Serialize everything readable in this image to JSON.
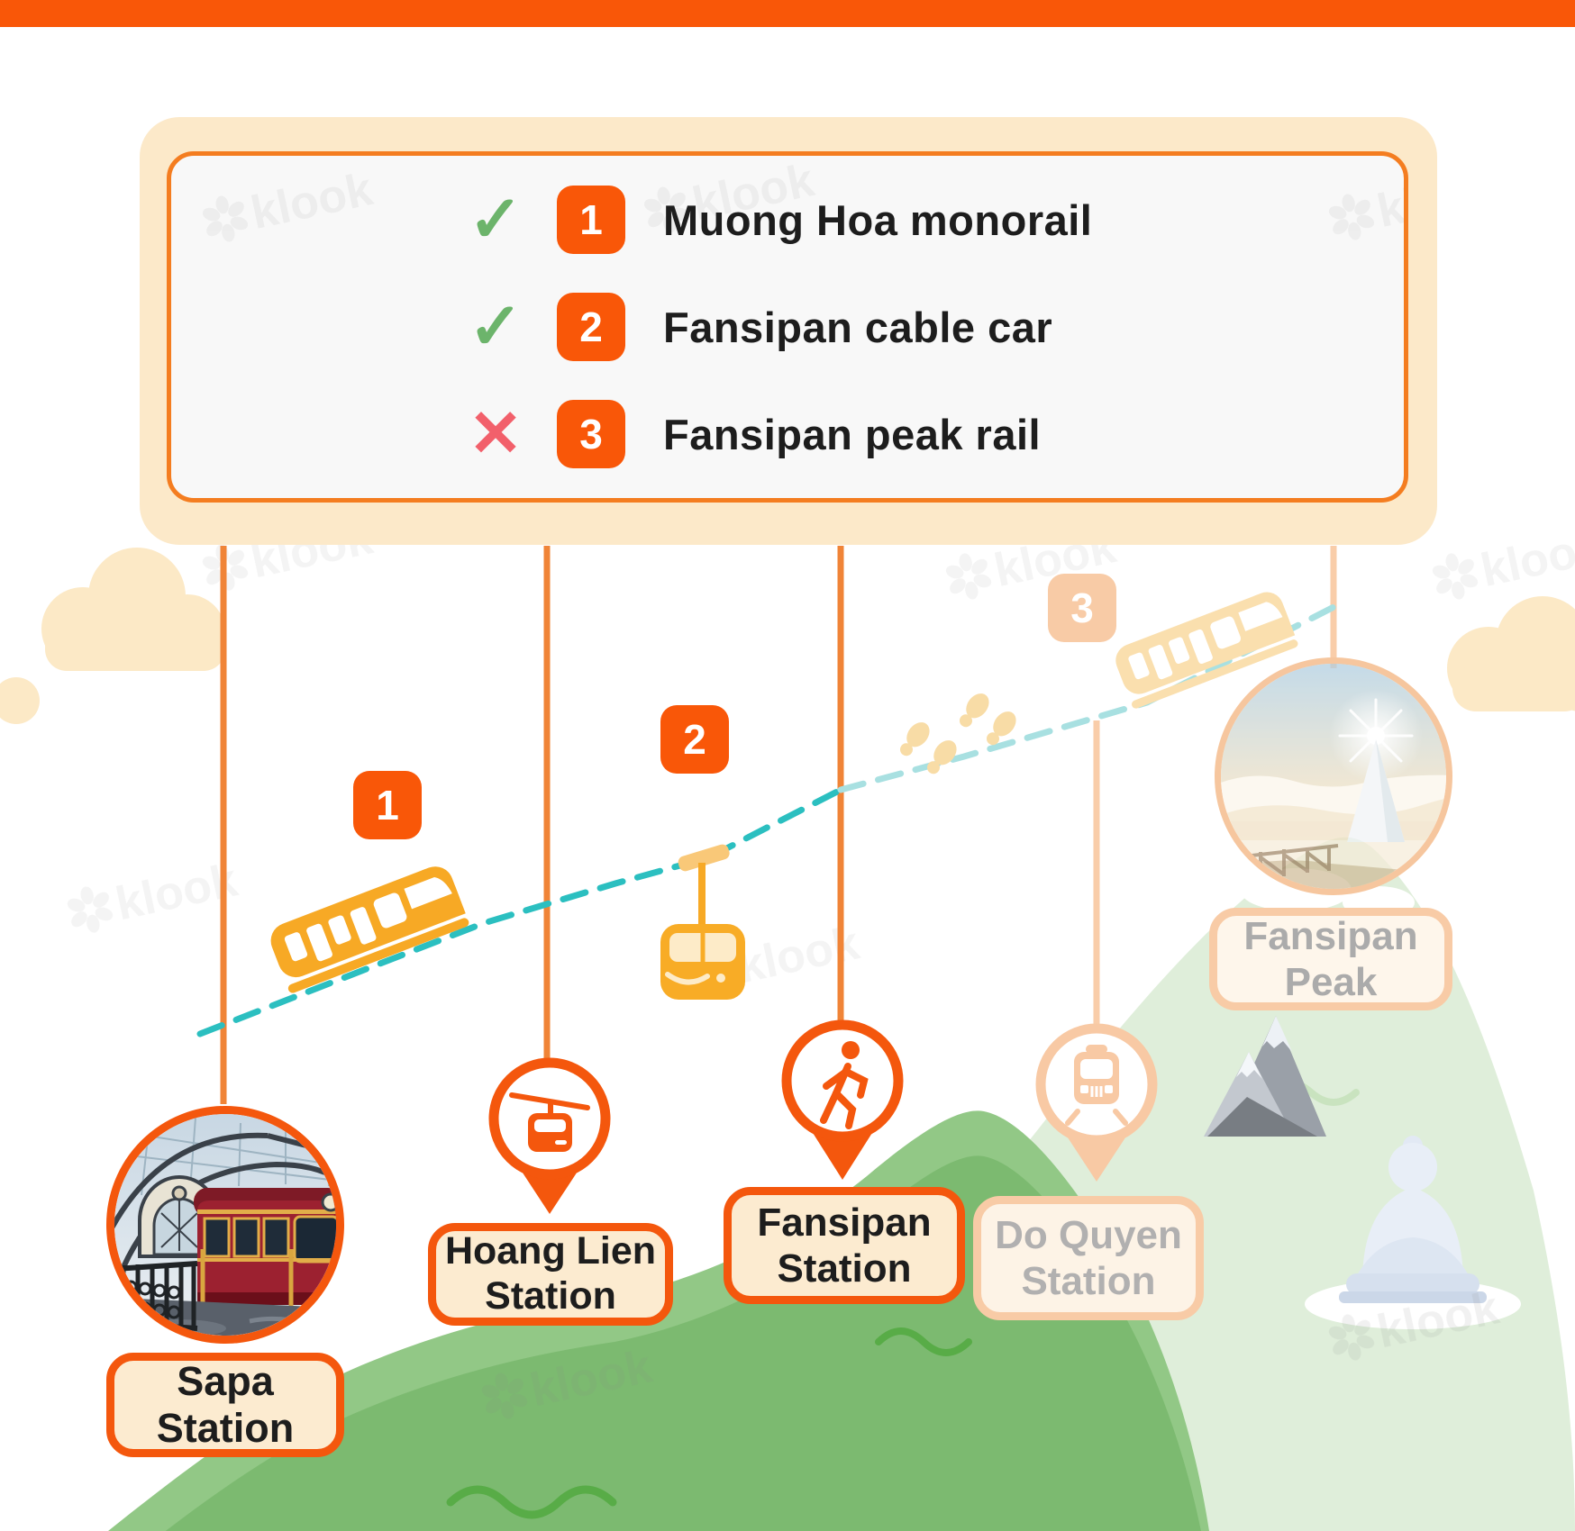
{
  "legend": {
    "check_glyph": "✓",
    "cross_glyph": "✕",
    "items": [
      {
        "mark": "check",
        "number": "1",
        "label": "Muong Hoa monorail"
      },
      {
        "mark": "check",
        "number": "2",
        "label": "Fansipan cable car"
      },
      {
        "mark": "cross",
        "number": "3",
        "label": "Fansipan peak rail"
      }
    ]
  },
  "map": {
    "badges": {
      "one": "1",
      "two": "2",
      "three": "3"
    },
    "stations": {
      "sapa": {
        "line1": "Sapa",
        "line2": "Station"
      },
      "hoang_lien": {
        "line1": "Hoang Lien",
        "line2": "Station"
      },
      "fansipan": {
        "line1": "Fansipan",
        "line2": "Station"
      },
      "do_quyen": {
        "line1": "Do Quyen",
        "line2": "Station"
      },
      "peak": {
        "line1": "Fansipan",
        "line2": "Peak"
      }
    }
  },
  "watermark": {
    "text": "klook"
  },
  "colors": {
    "accent": "#F95708",
    "line_orange": "#F08437",
    "faded_peach": "#F9CDA9",
    "teal_route": "#2BBFC0",
    "teal_route_faded": "#A8E0E1",
    "cream_panel": "#FCE9C9",
    "label_bg": "#FCEBD0",
    "vehicle_yellow": "#F7A925",
    "vehicle_yellow_faded": "#FADFAE",
    "green_mountain": "#7CBA70",
    "green_mountain_light": "#DFEEDA",
    "check_green": "#6CB46B",
    "cross_red": "#F2606B"
  }
}
